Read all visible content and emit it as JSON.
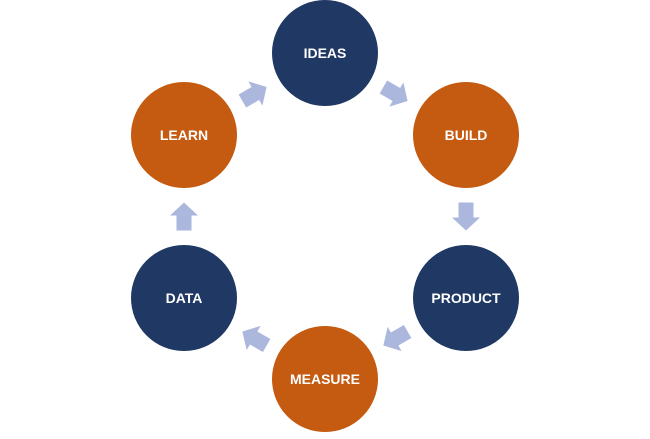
{
  "diagram": {
    "colors": {
      "navy": "#1f3864",
      "orange": "#c55a11",
      "arrow": "#abb7dd",
      "text": "#ffffff",
      "background": "#ffffff"
    },
    "nodes": [
      {
        "id": "ideas",
        "label": "IDEAS",
        "color": "navy"
      },
      {
        "id": "build",
        "label": "BUILD",
        "color": "orange"
      },
      {
        "id": "product",
        "label": "PRODUCT",
        "color": "navy"
      },
      {
        "id": "measure",
        "label": "MEASURE",
        "color": "orange"
      },
      {
        "id": "data",
        "label": "DATA",
        "color": "navy"
      },
      {
        "id": "learn",
        "label": "LEARN",
        "color": "orange"
      }
    ],
    "arrows": [
      {
        "from": "ideas",
        "to": "build"
      },
      {
        "from": "build",
        "to": "product"
      },
      {
        "from": "product",
        "to": "measure"
      },
      {
        "from": "measure",
        "to": "data"
      },
      {
        "from": "data",
        "to": "learn"
      },
      {
        "from": "learn",
        "to": "ideas"
      }
    ]
  }
}
